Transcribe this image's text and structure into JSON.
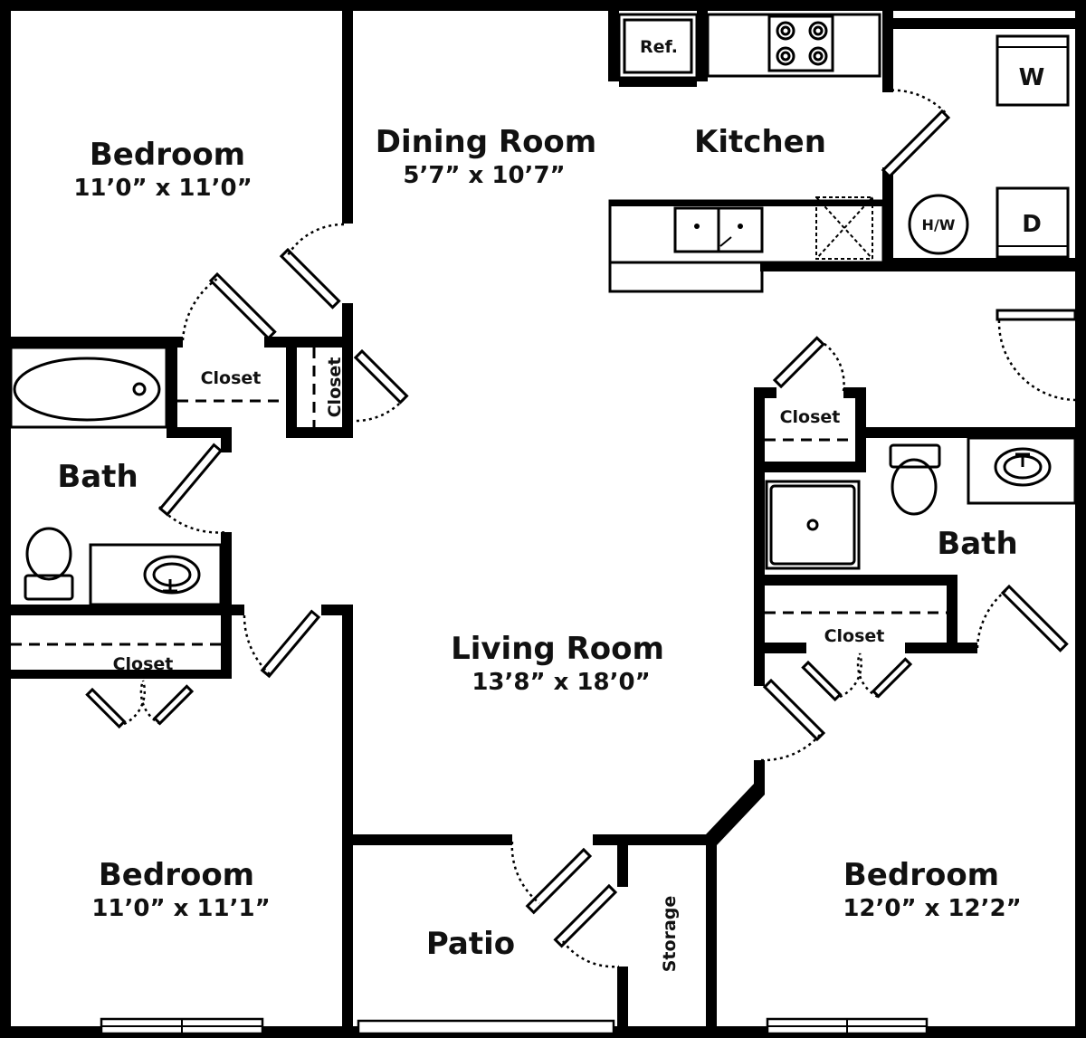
{
  "rooms": {
    "bedroom_nw": {
      "name": "Bedroom",
      "dims": "11’0” x 11’0”"
    },
    "dining": {
      "name": "Dining Room",
      "dims": "5’7” x 10’7”"
    },
    "kitchen": {
      "name": "Kitchen"
    },
    "living": {
      "name": "Living Room",
      "dims": "13’8” x 18’0”"
    },
    "bedroom_sw": {
      "name": "Bedroom",
      "dims": "11’0” x 11’1”"
    },
    "bedroom_se": {
      "name": "Bedroom",
      "dims": "12’0” x 12’2”"
    },
    "bath_w": {
      "name": "Bath"
    },
    "bath_e": {
      "name": "Bath"
    },
    "patio": {
      "name": "Patio"
    },
    "storage": {
      "name": "Storage"
    }
  },
  "closets": {
    "nw_a": "Closet",
    "nw_b": "Closet",
    "sw": "Closet",
    "e_top": "Closet",
    "e_mid": "Closet"
  },
  "fixtures": {
    "refrigerator": "Ref.",
    "washer": "W",
    "dryer": "D",
    "water_heater": "H/W"
  }
}
